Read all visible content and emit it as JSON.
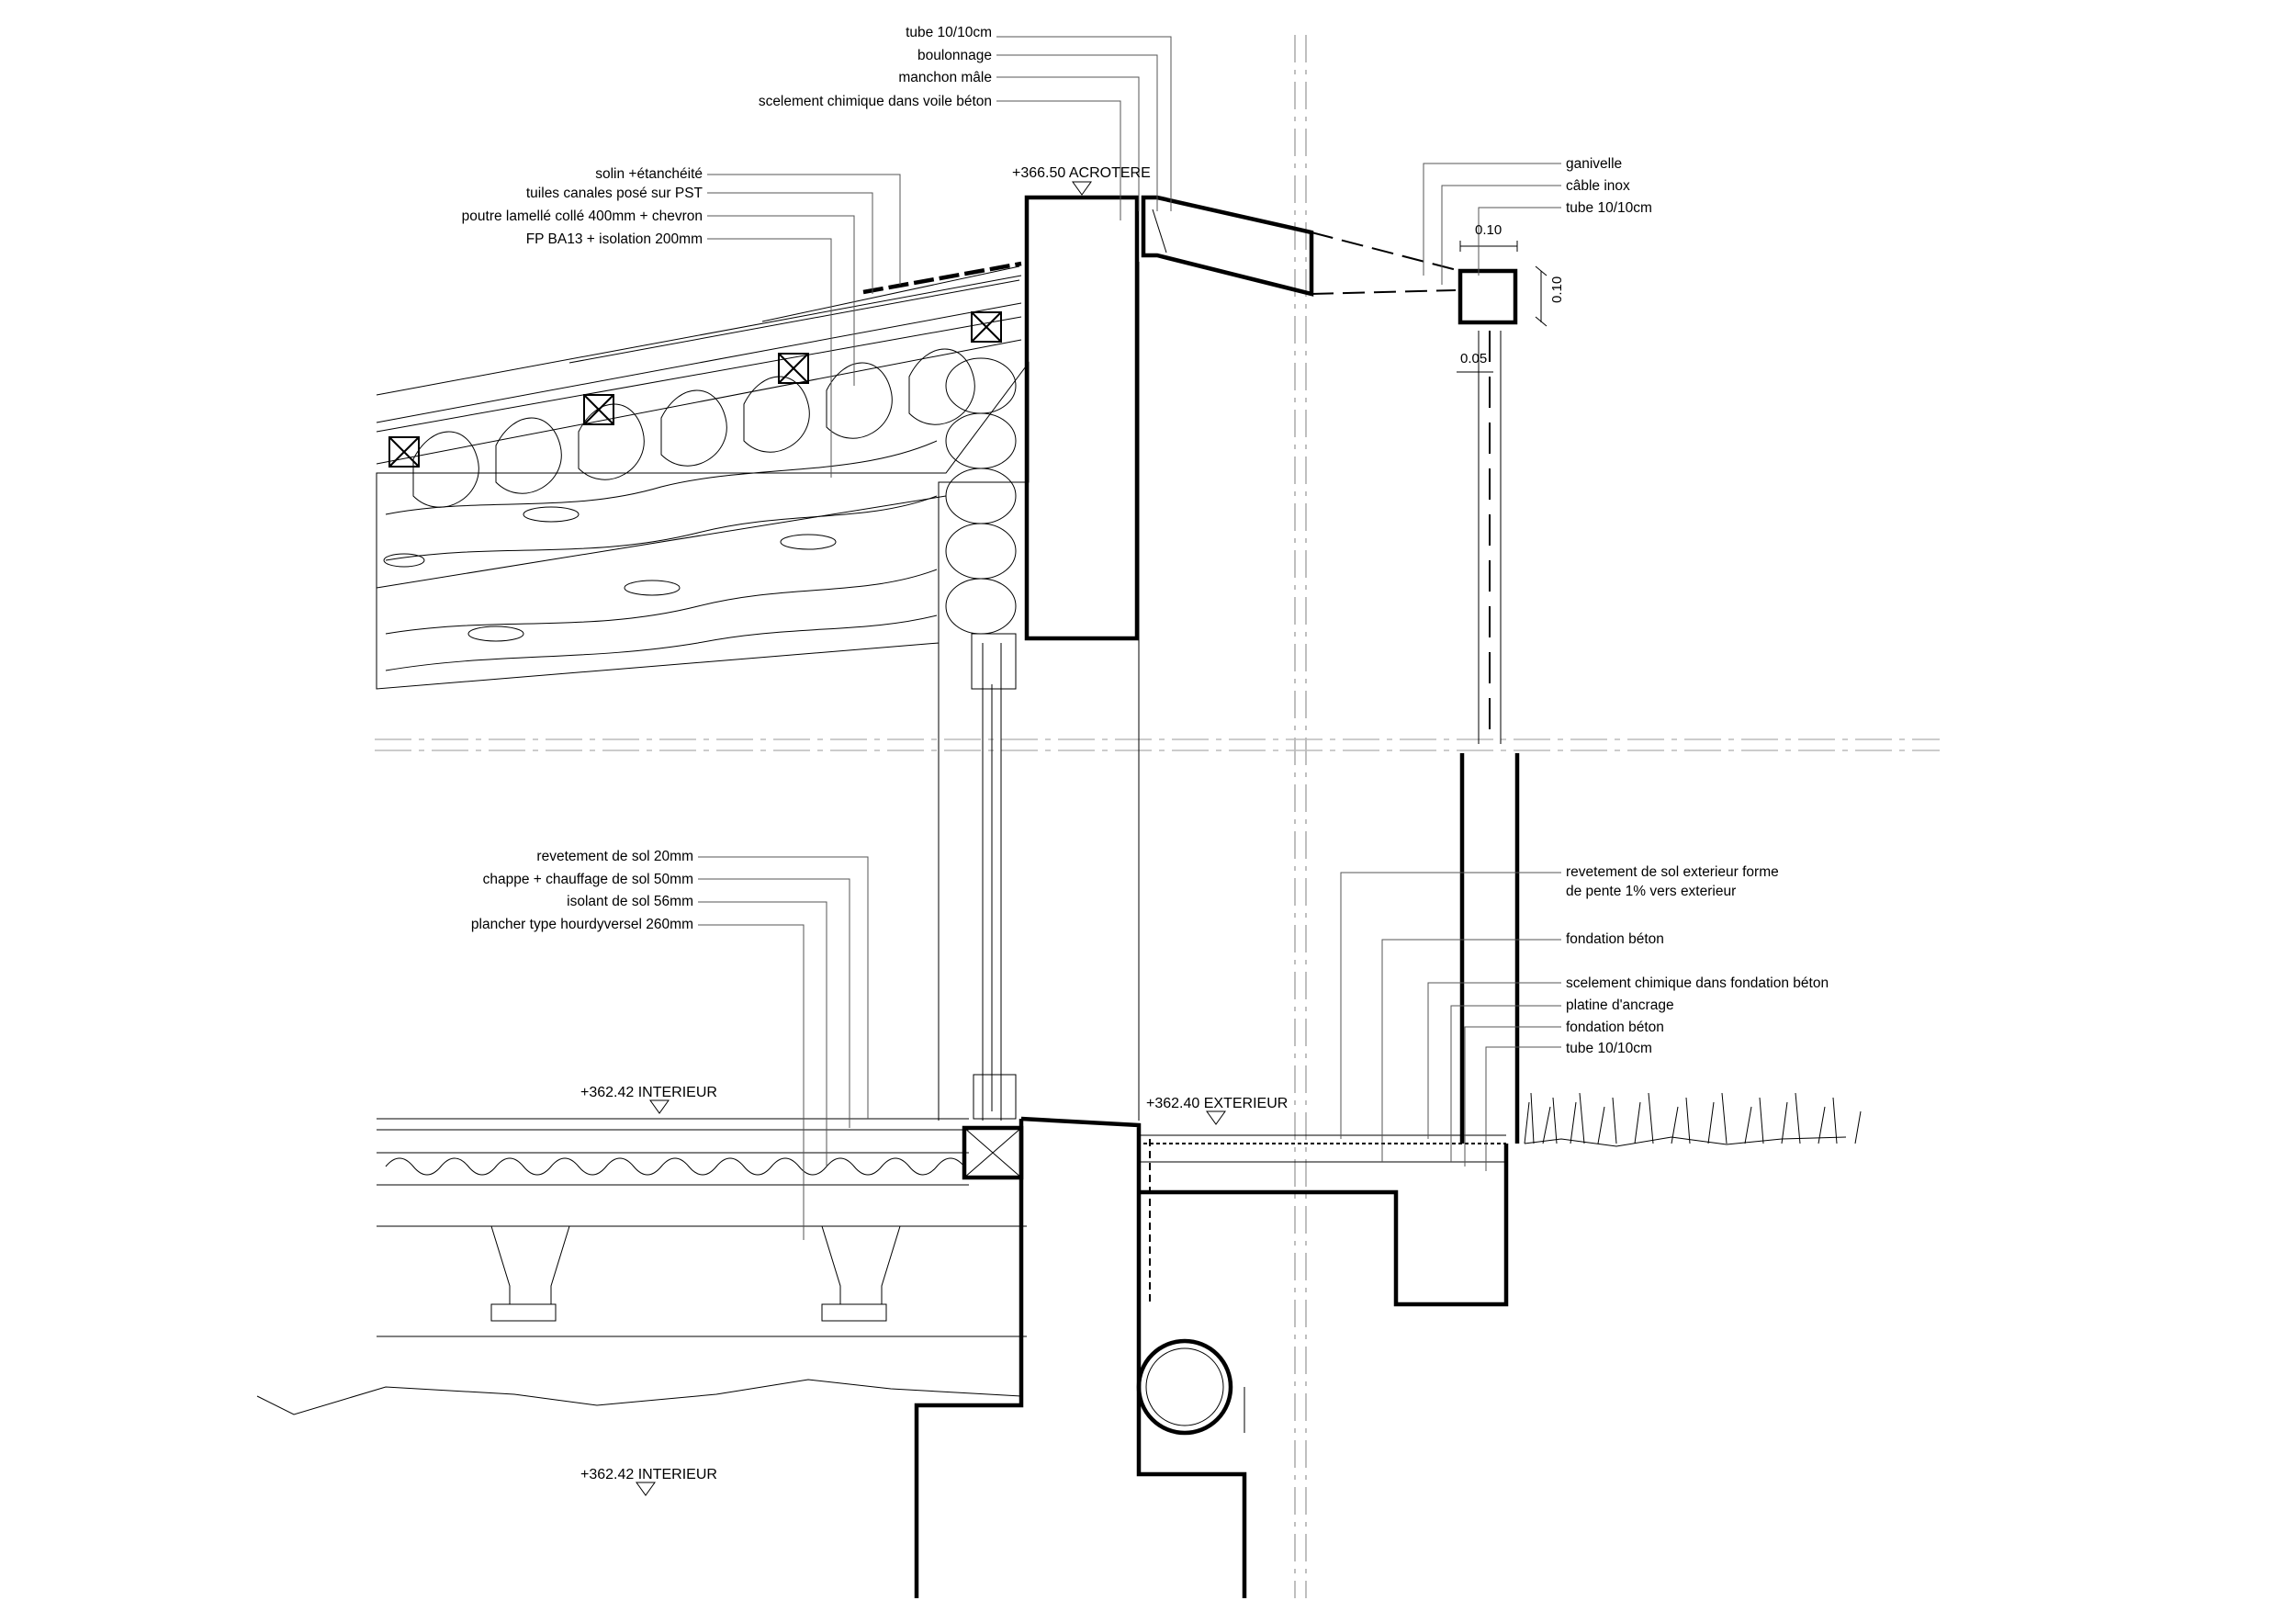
{
  "labels": {
    "tube_top": "tube 10/10cm",
    "boulonnage": "boulonnage",
    "manchon": "manchon mâle",
    "scelement_voile": "scelement chimique dans voile béton",
    "solin": "solin +étanchéité",
    "tuiles": "tuiles canales posé sur PST",
    "poutre": "poutre lamellé collé 400mm + chevron",
    "fp_ba13": "FP BA13 + isolation 200mm",
    "ganivelle": "ganivelle",
    "cable": "câble inox",
    "tube_right": "tube 10/10cm",
    "revetement_sol": "revetement de sol 20mm",
    "chappe": "chappe + chauffage de sol 50mm",
    "isolant": "isolant de sol 56mm",
    "plancher": "plancher type hourdyversel 260mm",
    "revetement_ext_1": "revetement de sol exterieur forme",
    "revetement_ext_2": "de pente 1% vers exterieur",
    "fondation_1": "fondation béton",
    "scelement_fondation": "scelement chimique dans fondation béton",
    "platine": "platine d'ancrage",
    "fondation_2": "fondation béton",
    "tube_bottom": "tube 10/10cm"
  },
  "levels": {
    "acrotere": "+366.50 ACROTERE",
    "interieur_floor": "+362.42 INTERIEUR",
    "exterieur": "+362.40 EXTERIEUR",
    "interieur_ground": "+362.42 INTERIEUR"
  },
  "dimensions": {
    "top_width": "0.10",
    "side_height": "0.10",
    "gap": "0.05"
  }
}
